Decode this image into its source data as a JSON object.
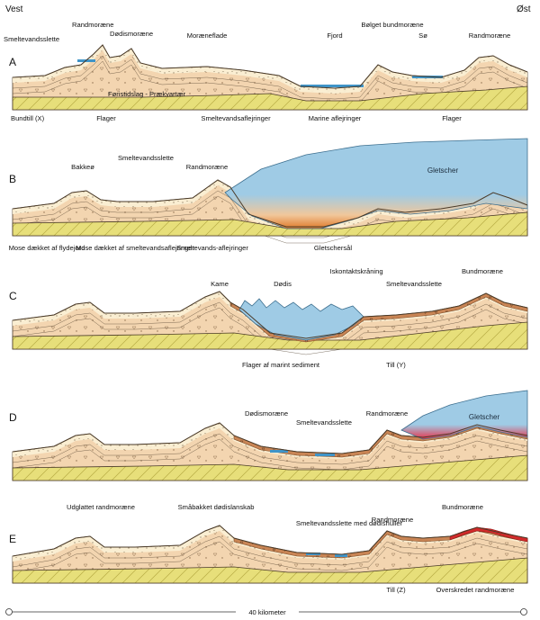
{
  "corners": {
    "west": "Vest",
    "east": "Øst"
  },
  "scale_label": "40 kilometer",
  "colors": {
    "bedrock": "#e7df7a",
    "sediment": "#f3d5b0",
    "sediment_dark": "#e9bd8e",
    "meltwater": "#fbf1d6",
    "till": "#c98555",
    "glacier": "#9fcbe5",
    "water": "#3f94c8",
    "red_till": "#d22b2b",
    "bog": "#2a2a2a",
    "outline": "#4a3a28"
  },
  "panels": [
    {
      "letter": "A",
      "labels": [
        "Smeltevandsslette",
        "Randmoræne",
        "Dødismoræne",
        "Moræneflade",
        "Fjord",
        "Bølget bundmoræne",
        "Sø",
        "Randmoræne",
        "Føristidslag - Prækvartær",
        "Bundtill (X)",
        "Flager",
        "Smeltevandsaflejringer",
        "Marine aflejringer",
        "Flager"
      ]
    },
    {
      "letter": "B",
      "labels": [
        "Bakkeø",
        "Smeltevandsslette",
        "Randmoræne",
        "Gletscher",
        "Mose dækket af flydejord",
        "Mose dækket af smeltevandsaflejringer",
        "Smeltevands-aflejringer",
        "Gletschersål"
      ]
    },
    {
      "letter": "C",
      "labels": [
        "Kame",
        "Dødis",
        "Iskontaktskråning",
        "Smeltevandsslette",
        "Bundmoræne",
        "Flager af marint sediment",
        "Till (Y)"
      ]
    },
    {
      "letter": "D",
      "labels": [
        "Dødismoræne",
        "Randmoræne",
        "Smeltevandsslette",
        "Gletscher"
      ]
    },
    {
      "letter": "E",
      "labels": [
        "Udglattet randmoræne",
        "Småbakket dødislanskab",
        "Randmoræne",
        "Bundmoræne",
        "Smeltevandsslette med dødishuller",
        "Till (Z)",
        "Overskredet randmoræne"
      ]
    }
  ]
}
